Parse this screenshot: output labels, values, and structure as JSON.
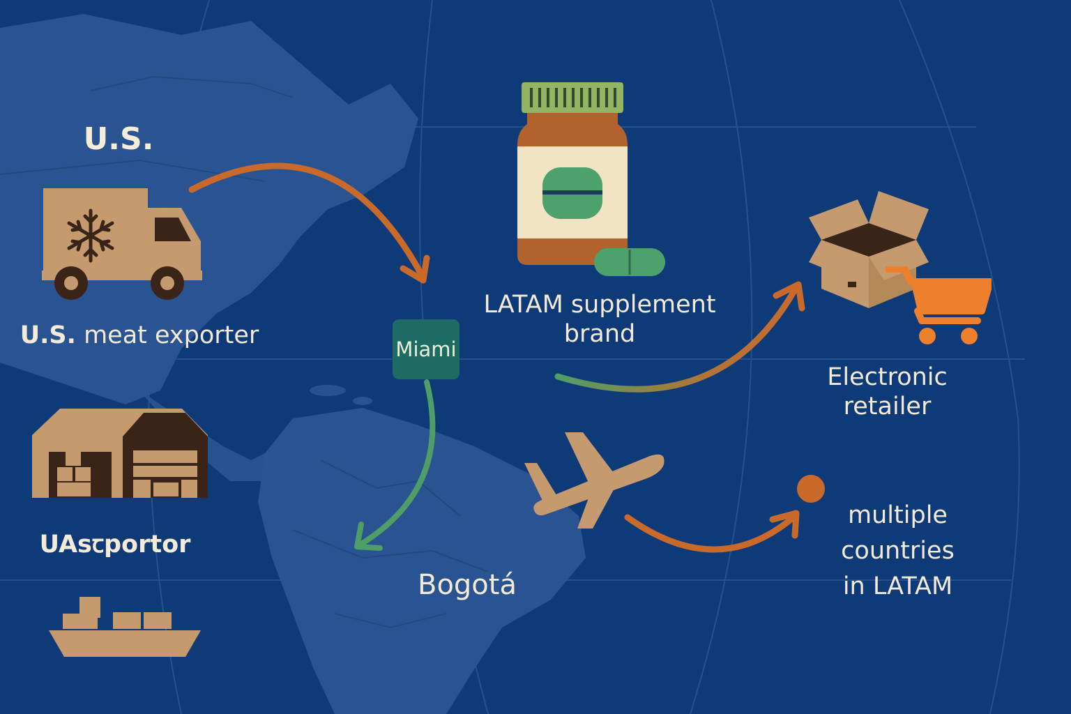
{
  "labels": {
    "us": "U.S.",
    "us_meat_exporter_prefix": "U.S.",
    "us_meat_exporter_rest": " meat exporter",
    "uasporter": "UAsꞇportor",
    "miami": "Miami",
    "latam_brand_line1": "LATAM supplement",
    "latam_brand_line2": "brand",
    "electronic_retailer_line1": "Electronic",
    "electronic_retailer_line2": "retailer",
    "bogota": "Bogotá",
    "countries_line1": "multiple",
    "countries_line2": "countries",
    "countries_line3": "in LATAM"
  },
  "icons": {
    "truck": "refrigerated-truck-icon",
    "warehouse": "warehouse-icon",
    "ship": "cargo-ship-icon",
    "bottle": "supplement-bottle-icon",
    "pill": "capsule-icon",
    "box": "open-box-icon",
    "cart": "shopping-cart-icon",
    "plane": "airplane-icon",
    "dot": "destination-dot-icon"
  },
  "colors": {
    "background": "#0f3a78",
    "land": "#2b5592",
    "cardboard": "#c59a6e",
    "dark_brown": "#3a2418",
    "orange_arrow": "#c96a2b",
    "green_arrow": "#4f9e67",
    "cart_orange": "#ee7f2d",
    "miami_box": "#1e6b63",
    "bottle_body": "#b2622c",
    "bottle_cap": "#93b463",
    "label_cream": "#f1e3c4",
    "pill_green": "#4da26c",
    "text": "#f3ead8"
  }
}
